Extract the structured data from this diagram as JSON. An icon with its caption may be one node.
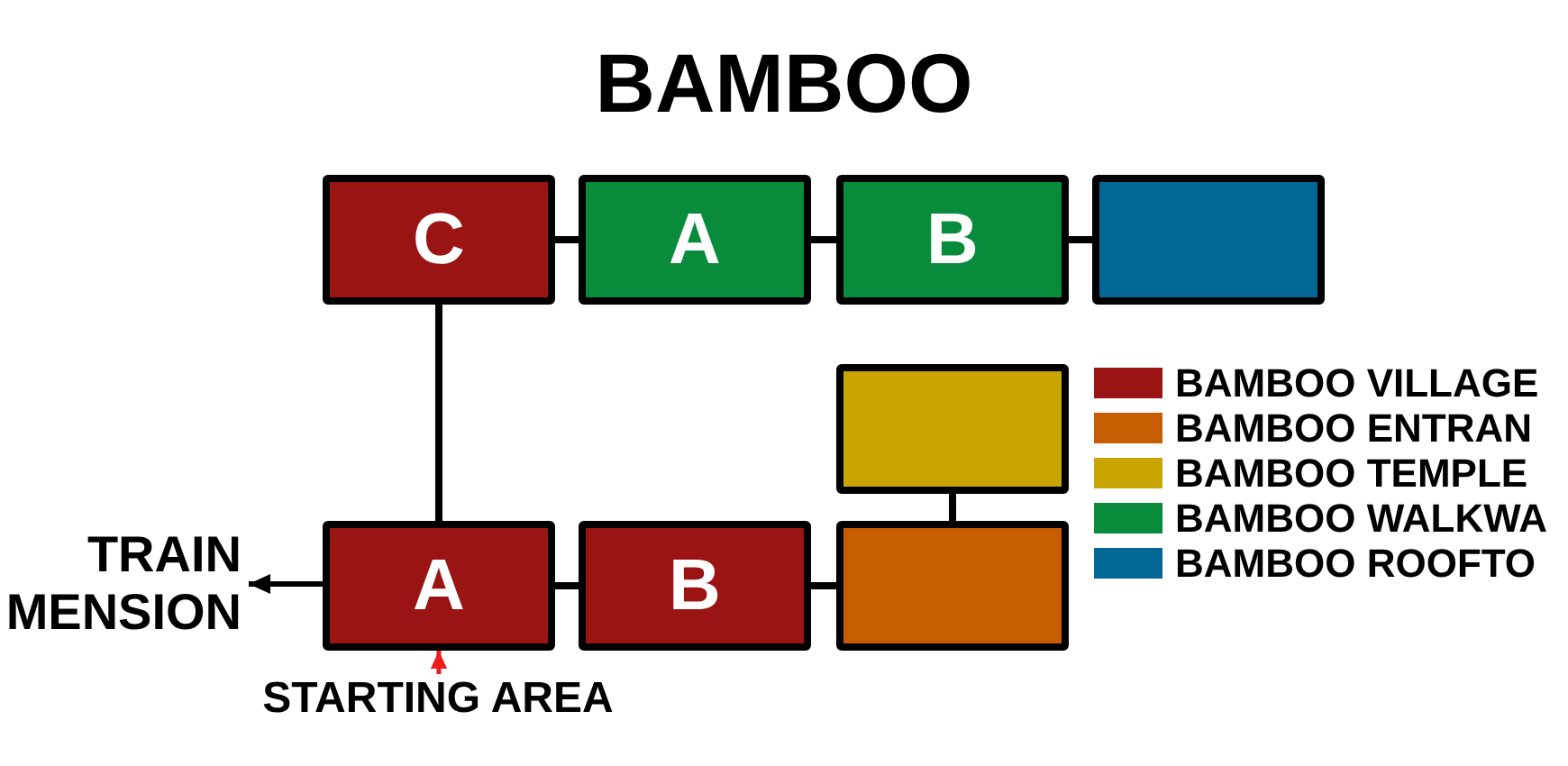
{
  "diagram": {
    "title": "BAMBOO",
    "nodes": [
      {
        "text": [
          "C"
        ]
      },
      {
        "text": [
          "A"
        ]
      },
      {
        "text": [
          "B"
        ]
      },
      {
        "text": [],
        "shape": "box"
      },
      {
        "text": [],
        "shape": "box"
      },
      {
        "text": [
          "TRAIN MENSION"
        ]
      },
      {
        "text": [
          "A"
        ]
      },
      {
        "text": [
          "B"
        ]
      },
      {
        "text": [],
        "shape": "box"
      },
      {
        "text": [
          "STARTING AREA"
        ]
      }
    ],
    "edges": [
      {
        "from": 0,
        "to": 1,
        "arrow": "none"
      },
      {
        "from": 1,
        "to": 2,
        "arrow": "none"
      },
      {
        "from": 2,
        "to": 3,
        "arrow": "none"
      },
      {
        "from": 0,
        "to": 6,
        "arrow": "none"
      },
      {
        "from": 4,
        "to": 8,
        "arrow": "none"
      },
      {
        "from": 6,
        "to": 5,
        "arrow": "to"
      },
      {
        "from": 6,
        "to": 7,
        "arrow": "none"
      },
      {
        "from": 7,
        "to": 8,
        "arrow": "none"
      },
      {
        "from": 9,
        "to": 6,
        "arrow": "to",
        "color": "#ee1c1c"
      }
    ],
    "legend": [
      {
        "text": "BAMBOO VILLAGE",
        "color": "#9b1414"
      },
      {
        "text": "BAMBOO ENTRAN",
        "color": "#c75d02"
      },
      {
        "text": "BAMBOO TEMPLE",
        "color": "#c9a503"
      },
      {
        "text": "BAMBOO WALKWA",
        "color": "#088c3b"
      },
      {
        "text": "BAMBOO ROOFTO",
        "color": "#036795"
      }
    ]
  }
}
